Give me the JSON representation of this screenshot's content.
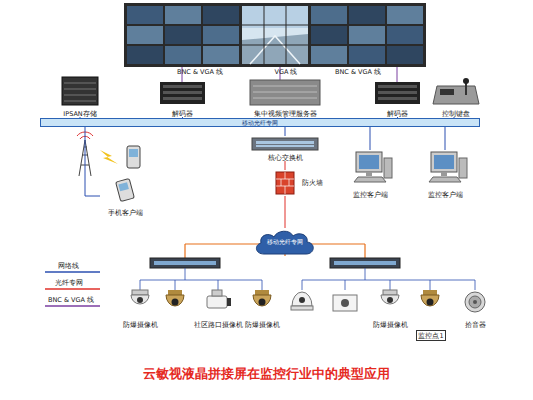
{
  "diagram": {
    "caption": "云敏视液晶拼接屏在监控行业中的典型应用",
    "nodes": [
      {
        "text": [
          "IPSAN存储"
        ]
      },
      {
        "text": [
          "解码器"
        ]
      },
      {
        "text": [
          "集中视频管理服务器"
        ]
      },
      {
        "text": [
          "解码器"
        ]
      },
      {
        "text": [
          "控制键盘"
        ]
      },
      {
        "text": [
          "移动光纤专网"
        ]
      },
      {
        "text": [
          "手机客户端"
        ]
      },
      {
        "text": [
          "核心交换机"
        ]
      },
      {
        "text": [
          "防火墙"
        ]
      },
      {
        "text": [
          "移动光纤专网"
        ]
      },
      {
        "text": [
          "监控客户端"
        ]
      },
      {
        "text": [
          "监控客户端"
        ]
      },
      {
        "text": [
          "监控点1"
        ]
      }
    ],
    "edges": [
      {
        "from": 0,
        "to": 5,
        "arrow": "none"
      },
      {
        "from": 1,
        "to": 5,
        "arrow": "none"
      },
      {
        "from": 2,
        "to": 5,
        "arrow": "none"
      },
      {
        "from": 3,
        "to": 5,
        "arrow": "none"
      },
      {
        "from": 4,
        "to": 5,
        "arrow": "none"
      },
      {
        "from": 5,
        "to": 6,
        "arrow": "none"
      },
      {
        "from": 5,
        "to": 7,
        "arrow": "none"
      },
      {
        "from": 7,
        "to": 8,
        "arrow": "none"
      },
      {
        "from": 8,
        "to": 9,
        "arrow": "none"
      },
      {
        "from": 5,
        "to": 10,
        "arrow": "none"
      },
      {
        "from": 5,
        "to": 11,
        "arrow": "none"
      }
    ],
    "labels": [
      "BNC & VGA 线",
      "VGA 线",
      "BNC & VGA 线",
      "防爆摄像机",
      "社区路口摄像机",
      "防爆摄像机",
      "防爆摄像机",
      "拾音器"
    ],
    "legend": [
      {
        "text": "网络线"
      },
      {
        "text": "光纤专网"
      },
      {
        "text": "BNC & VGA 线"
      }
    ]
  }
}
